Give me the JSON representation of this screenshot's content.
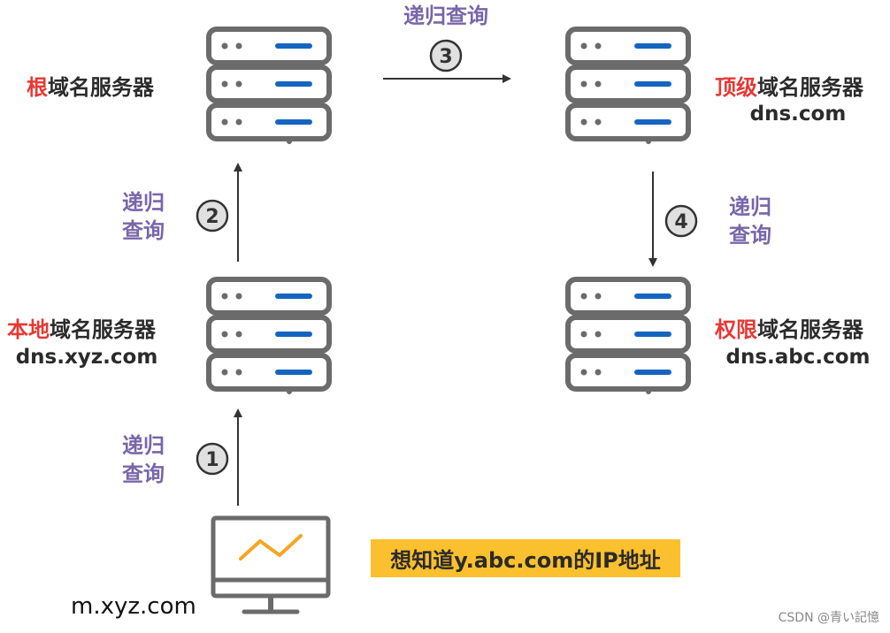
{
  "servers": {
    "root": {
      "highlight": "根",
      "rest": "域名服务器",
      "domain": ""
    },
    "tld": {
      "highlight": "顶级",
      "rest": "域名服务器",
      "domain": "dns.com"
    },
    "local": {
      "highlight": "本地",
      "rest": "域名服务器",
      "domain": "dns.xyz.com"
    },
    "authority": {
      "highlight": "权限",
      "rest": "域名服务器",
      "domain": "dns.abc.com"
    }
  },
  "steps": [
    {
      "number": "1",
      "line1": "递归",
      "line2": "查询"
    },
    {
      "number": "2",
      "line1": "递归",
      "line2": "查询"
    },
    {
      "number": "3",
      "text": "递归查询"
    },
    {
      "number": "4",
      "line1": "递归",
      "line2": "查询"
    }
  ],
  "client": {
    "domain": "m.xyz.com",
    "question": "想知道y.abc.com的IP地址"
  },
  "watermark": "CSDN @青い記憶",
  "colors": {
    "server_outline": "#6b6b6b",
    "server_bar": "#1565c0",
    "highlight_red": "#e53935",
    "query_purple": "#7866a9",
    "question_bg": "#fbc02d",
    "client_chart": "#f5a623"
  },
  "icons": {
    "server": "server-rack-icon",
    "client": "monitor-icon",
    "step": "circled-number-icon"
  }
}
